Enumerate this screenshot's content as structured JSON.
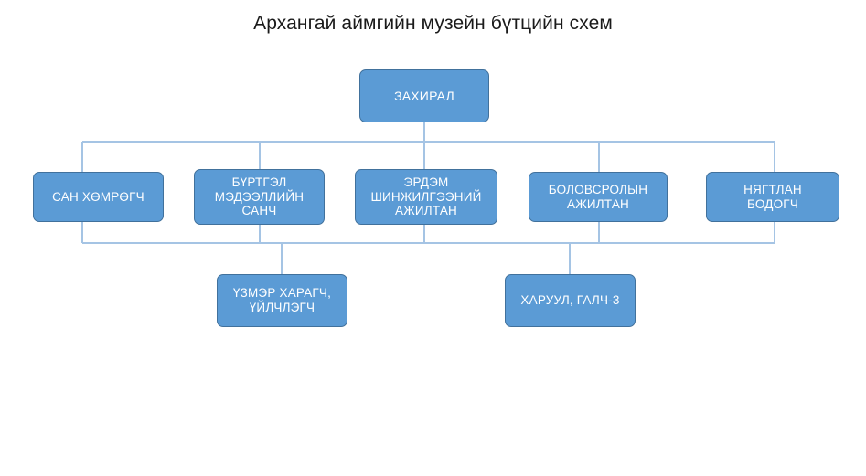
{
  "chart_data": {
    "type": "diagram",
    "diagram_type": "organizational-chart",
    "title": "Архангай аймгийн музейн бүтцийн схем",
    "orientation": "top-down",
    "colors": {
      "node_fill": "#5B9BD5",
      "node_border": "#41719C",
      "node_text": "#FFFFFF",
      "connector": "#A5C4E4",
      "title_text": "#1A1A1A",
      "background": "#FFFFFF"
    },
    "levels": [
      {
        "level": 1,
        "nodes": [
          {
            "id": "director",
            "label": "ЗАХИРАЛ"
          }
        ]
      },
      {
        "level": 2,
        "nodes": [
          {
            "id": "fund-keeper",
            "label": "САН ХӨМРӨГЧ"
          },
          {
            "id": "registrar",
            "label": "БҮРТГЭЛ МЭДЭЭЛЛИЙН САНЧ"
          },
          {
            "id": "researcher",
            "label": "ЭРДЭМ ШИНЖИЛГЭЭНИЙ АЖИЛТАН"
          },
          {
            "id": "education",
            "label": "БОЛОВСРОЛЫН АЖИЛТАН"
          },
          {
            "id": "accountant",
            "label": "НЯГТЛАН БОДОГЧ"
          }
        ]
      },
      {
        "level": 3,
        "nodes": [
          {
            "id": "exhibit-guard",
            "label": "ҮЗМЭР ХАРАГЧ, ҮЙЛЧЛЭГЧ"
          },
          {
            "id": "watchman",
            "label": "ХАРУУЛ, ГАЛЧ-3"
          }
        ]
      }
    ],
    "edges": [
      {
        "from": "director",
        "to": "fund-keeper"
      },
      {
        "from": "director",
        "to": "registrar"
      },
      {
        "from": "director",
        "to": "researcher"
      },
      {
        "from": "director",
        "to": "education"
      },
      {
        "from": "director",
        "to": "accountant"
      },
      {
        "from": "level-2-bus",
        "to": "exhibit-guard"
      },
      {
        "from": "level-2-bus",
        "to": "watchman"
      }
    ]
  },
  "nodes": {
    "director": "ЗАХИРАЛ",
    "fund_keeper": "САН ХӨМРӨГЧ",
    "registrar_line1": "БҮРТГЭЛ",
    "registrar_line2": "МЭДЭЭЛЛИЙН",
    "registrar_line3": "САНЧ",
    "researcher_line1": "ЭРДЭМ",
    "researcher_line2": "ШИНЖИЛГЭЭНИЙ",
    "researcher_line3": "АЖИЛТАН",
    "education_line1": "БОЛОВСРОЛЫН",
    "education_line2": "АЖИЛТАН",
    "accountant_line1": "НЯГТЛАН",
    "accountant_line2": "БОДОГЧ",
    "exhibit_guard_line1": "ҮЗМЭР ХАРАГЧ,",
    "exhibit_guard_line2": "ҮЙЛЧЛЭГЧ",
    "watchman": "ХАРУУЛ, ГАЛЧ-3"
  },
  "title": "Архангай аймгийн музейн бүтцийн схем"
}
